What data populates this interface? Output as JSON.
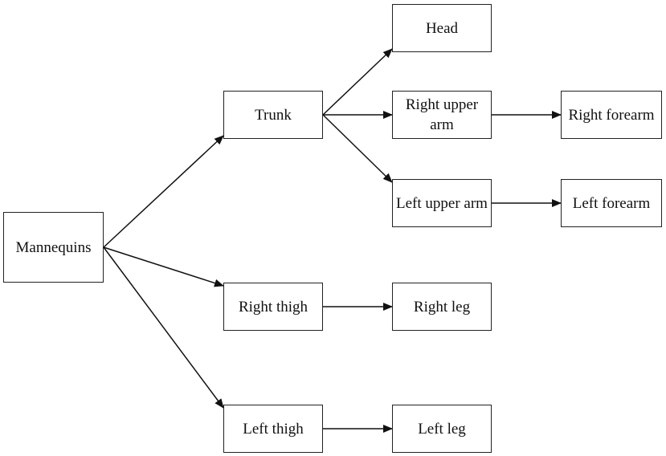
{
  "nodes": {
    "mannequins": "Mannequins",
    "trunk": "Trunk",
    "head": "Head",
    "right_upper_arm": "Right upper arm",
    "right_forearm": "Right forearm",
    "left_upper_arm": "Left upper arm",
    "left_forearm": "Left forearm",
    "right_thigh": "Right thigh",
    "right_leg": "Right leg",
    "left_thigh": "Left thigh",
    "left_leg": "Left leg"
  },
  "edges": [
    {
      "from": "mannequins",
      "to": "trunk"
    },
    {
      "from": "mannequins",
      "to": "right_thigh"
    },
    {
      "from": "mannequins",
      "to": "left_thigh"
    },
    {
      "from": "trunk",
      "to": "head"
    },
    {
      "from": "trunk",
      "to": "right_upper_arm"
    },
    {
      "from": "trunk",
      "to": "left_upper_arm"
    },
    {
      "from": "right_upper_arm",
      "to": "right_forearm"
    },
    {
      "from": "left_upper_arm",
      "to": "left_forearm"
    },
    {
      "from": "right_thigh",
      "to": "right_leg"
    },
    {
      "from": "left_thigh",
      "to": "left_leg"
    }
  ]
}
